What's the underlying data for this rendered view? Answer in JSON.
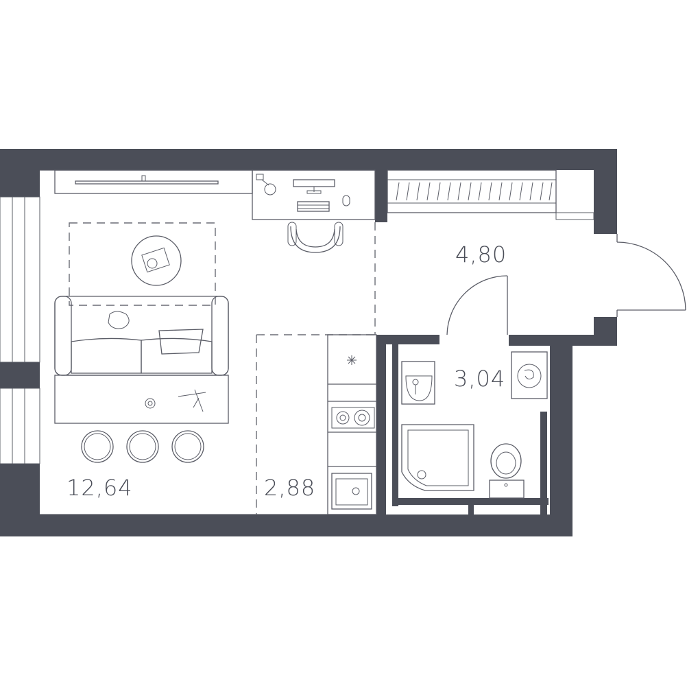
{
  "rooms": {
    "living": {
      "area": "12,64"
    },
    "kitchen": {
      "area": "2,88"
    },
    "hall": {
      "area": "4,80"
    },
    "bathroom": {
      "area": "3,04"
    }
  },
  "colors": {
    "wall": "#4b4e58",
    "line": "#5a5c66",
    "label": "#4a4d57"
  }
}
